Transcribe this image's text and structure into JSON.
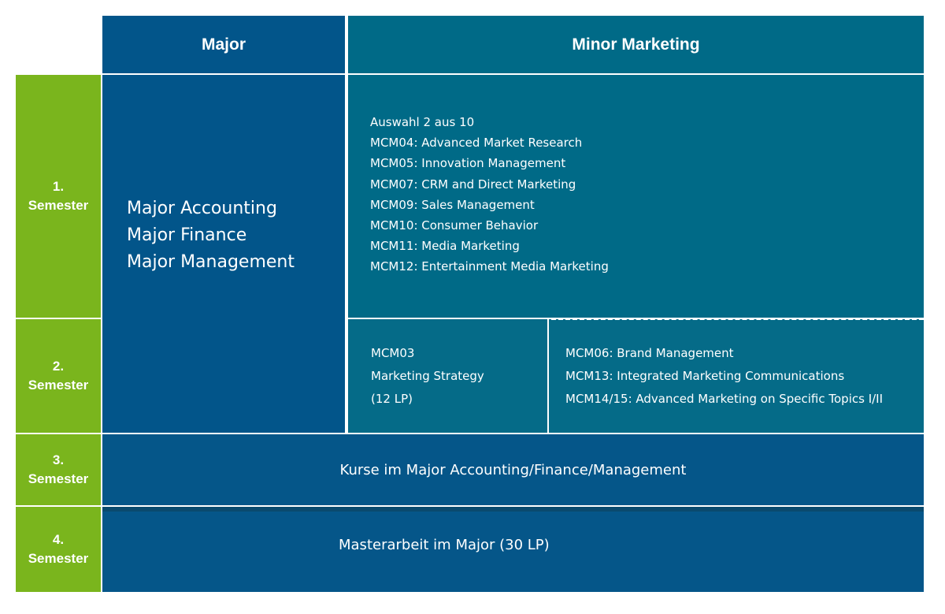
{
  "headers": {
    "major": "Major",
    "minor": "Minor Marketing"
  },
  "semesters": [
    {
      "num": "1.",
      "label": "Semester"
    },
    {
      "num": "2.",
      "label": "Semester"
    },
    {
      "num": "3.",
      "label": "Semester"
    },
    {
      "num": "4.",
      "label": "Semester"
    }
  ],
  "major_block": {
    "items": [
      "Major Accounting",
      "Major Finance",
      "Major Management"
    ]
  },
  "minor_block": {
    "items": [
      "Auswahl 2 aus 10",
      "MCM04: Advanced Market Research",
      "MCM05: Innovation Management",
      "MCM07: CRM and Direct Marketing",
      "MCM09: Sales Management",
      "MCM10: Consumer Behavior",
      "MCM11: Media Marketing",
      "MCM12: Entertainment Media Marketing"
    ]
  },
  "strategy_block": {
    "items": [
      "MCM03",
      "Marketing Strategy",
      "(12 LP)"
    ]
  },
  "electives_block": {
    "items": [
      "MCM06: Brand Management",
      "MCM13: Integrated Marketing Communications",
      "MCM14/15: Advanced Marketing on Specific Topics I/II"
    ]
  },
  "semester3_text": "Kurse im Major Accounting/Finance/Management",
  "semester4_text": "Masterarbeit im Major (30 LP)",
  "colors": {
    "semester_green": "#7ab51d",
    "major_navy": "#02558a",
    "minor_teal": "#006a87"
  }
}
